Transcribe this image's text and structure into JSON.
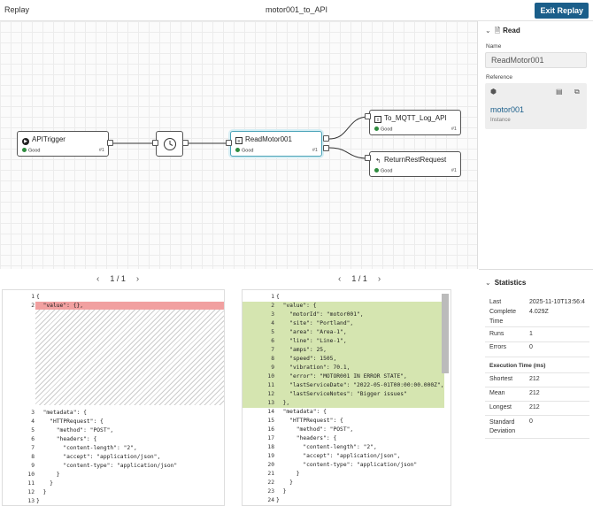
{
  "topbar": {
    "left": "Replay",
    "title": "motor001_to_API",
    "exit_label": "Exit Replay"
  },
  "flow": {
    "nodes": {
      "trigger": {
        "label": "APITrigger",
        "status": "Good",
        "count": "#1"
      },
      "read": {
        "label": "ReadMotor001",
        "status": "Good",
        "count": "#1"
      },
      "mqtt": {
        "label": "To_MQTT_Log_API",
        "status": "Good",
        "count": "#1"
      },
      "ret": {
        "label": "ReturnRestRequest",
        "status": "Good",
        "count": "#1"
      }
    }
  },
  "pager_left": {
    "text": "1 / 1",
    "prev": "‹",
    "next": "›"
  },
  "pager_right": {
    "text": "1 / 1",
    "prev": "‹",
    "next": "›"
  },
  "left_editor": {
    "lines": [
      {
        "n": "1",
        "t": "{"
      },
      {
        "n": "2",
        "t": "  \"value\": {},"
      },
      {
        "n": "3",
        "t": "  \"metadata\": {"
      },
      {
        "n": "4",
        "t": "    \"HTTPRequest\": {"
      },
      {
        "n": "5",
        "t": "      \"method\": \"POST\","
      },
      {
        "n": "6",
        "t": "      \"headers\": {"
      },
      {
        "n": "7",
        "t": "        \"content-length\": \"2\","
      },
      {
        "n": "8",
        "t": "        \"accept\": \"application/json\","
      },
      {
        "n": "9",
        "t": "        \"content-type\": \"application/json\""
      },
      {
        "n": "10",
        "t": "      }"
      },
      {
        "n": "11",
        "t": "    }"
      },
      {
        "n": "12",
        "t": "  }"
      },
      {
        "n": "13",
        "t": "}"
      }
    ]
  },
  "right_editor": {
    "lines": [
      {
        "n": "1",
        "t": "{"
      },
      {
        "n": "2",
        "t": "  \"value\": {"
      },
      {
        "n": "3",
        "t": "    \"motorId\": \"motor001\","
      },
      {
        "n": "4",
        "t": "    \"site\": \"Portland\","
      },
      {
        "n": "5",
        "t": "    \"area\": \"Area-1\","
      },
      {
        "n": "6",
        "t": "    \"line\": \"Line-1\","
      },
      {
        "n": "7",
        "t": "    \"amps\": 25,"
      },
      {
        "n": "8",
        "t": "    \"speed\": 1505,"
      },
      {
        "n": "9",
        "t": "    \"vibration\": 70.1,"
      },
      {
        "n": "10",
        "t": "    \"error\": \"MOTOR001 IN ERROR STATE\","
      },
      {
        "n": "11",
        "t": "    \"lastServiceDate\": \"2022-05-01T00:00:00.000Z\","
      },
      {
        "n": "12",
        "t": "    \"lastServiceNotes\": \"Bigger issues\""
      },
      {
        "n": "13",
        "t": "  },"
      },
      {
        "n": "14",
        "t": "  \"metadata\": {"
      },
      {
        "n": "15",
        "t": "    \"HTTPRequest\": {"
      },
      {
        "n": "16",
        "t": "      \"method\": \"POST\","
      },
      {
        "n": "17",
        "t": "      \"headers\": {"
      },
      {
        "n": "18",
        "t": "        \"content-length\": \"2\","
      },
      {
        "n": "19",
        "t": "        \"accept\": \"application/json\","
      },
      {
        "n": "20",
        "t": "        \"content-type\": \"application/json\""
      },
      {
        "n": "21",
        "t": "      }"
      },
      {
        "n": "22",
        "t": "    }"
      },
      {
        "n": "23",
        "t": "  }"
      },
      {
        "n": "24",
        "t": "}"
      }
    ]
  },
  "panel": {
    "section": "Read",
    "name_label": "Name",
    "name_value": "ReadMotor001",
    "reference_label": "Reference",
    "ref_link": "motor001",
    "ref_sub": "Instance"
  },
  "stats": {
    "title": "Statistics",
    "last_complete_label": "Last Complete Time",
    "last_complete_value": "2025-11-10T13:56:44.029Z",
    "runs_label": "Runs",
    "runs_value": "1",
    "errors_label": "Errors",
    "errors_value": "0",
    "exec_title": "Execution Time (ms)",
    "shortest_label": "Shortest",
    "shortest_value": "212",
    "mean_label": "Mean",
    "mean_value": "212",
    "longest_label": "Longest",
    "longest_value": "212",
    "stddev_label": "Standard Deviation",
    "stddev_value": "0"
  }
}
